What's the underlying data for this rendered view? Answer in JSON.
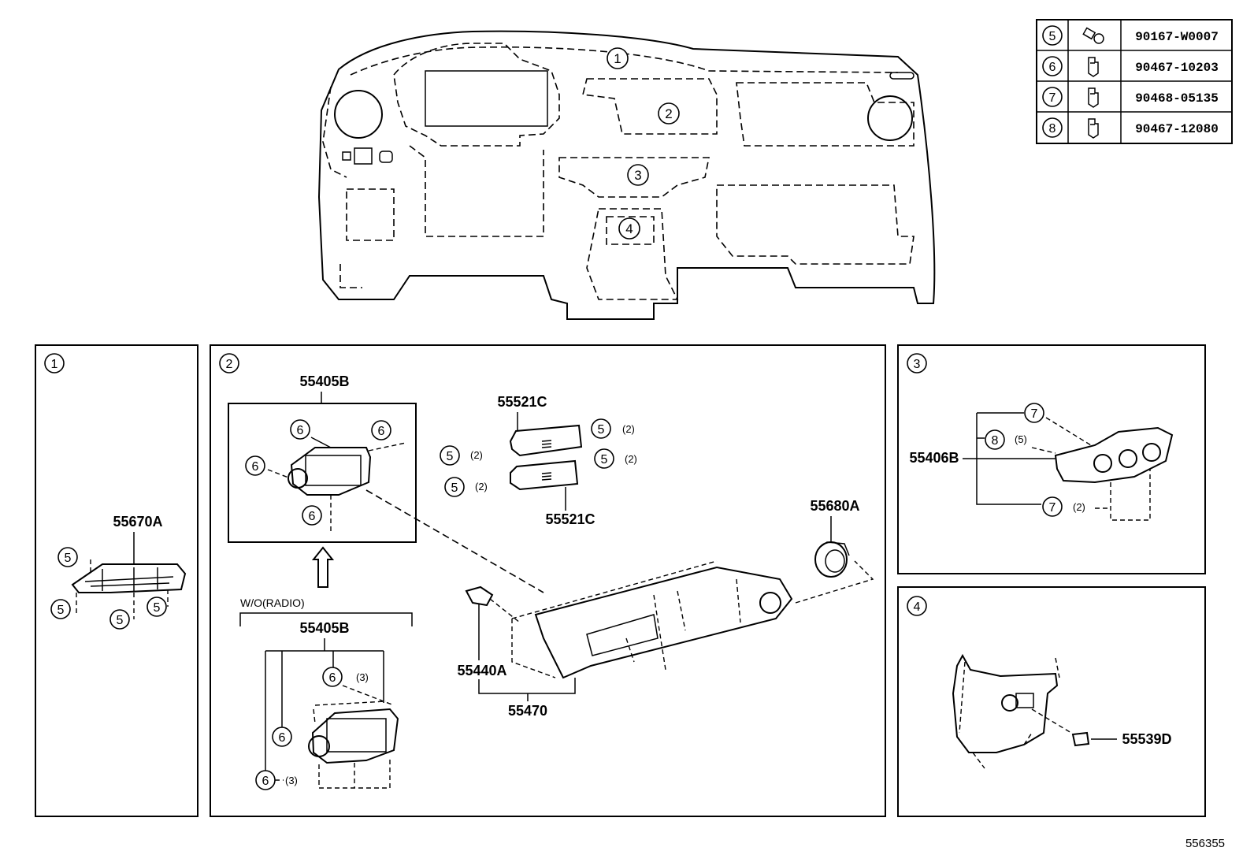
{
  "parts_table": {
    "rows": [
      {
        "ref": "5",
        "part": "90167-W0007",
        "icon": "screw-icon"
      },
      {
        "ref": "6",
        "part": "90467-10203",
        "icon": "clip-icon"
      },
      {
        "ref": "7",
        "part": "90468-05135",
        "icon": "clip-icon"
      },
      {
        "ref": "8",
        "part": "90467-12080",
        "icon": "clip-icon"
      }
    ]
  },
  "overview": {
    "callouts": [
      "1",
      "2",
      "3",
      "4"
    ]
  },
  "panel1": {
    "index": "1",
    "part": "55670A",
    "callouts": [
      "5",
      "5",
      "5",
      "5"
    ]
  },
  "panel2": {
    "index": "2",
    "upper_unit": {
      "part": "55405B",
      "callouts": [
        "6",
        "6",
        "6",
        "6"
      ]
    },
    "lower_unit": {
      "condition": "W/O(RADIO)",
      "part": "55405B",
      "qty3": "(3)",
      "qty3b": "(3)",
      "callouts": [
        "6",
        "6",
        "6"
      ]
    },
    "clip_top": {
      "part": "55521C",
      "qty": "(2)"
    },
    "clip_bottom": {
      "part": "55521C",
      "qty": "(2)"
    },
    "cover_part": "55440A",
    "glovebox_part": "55470",
    "knob_part": "55680A"
  },
  "panel3": {
    "index": "3",
    "part": "55406B",
    "callouts": [
      "7",
      "8",
      "7"
    ],
    "qty5": "(5)",
    "qty2": "(2)"
  },
  "panel4": {
    "index": "4",
    "part": "55539D"
  },
  "figure_id": "556355"
}
